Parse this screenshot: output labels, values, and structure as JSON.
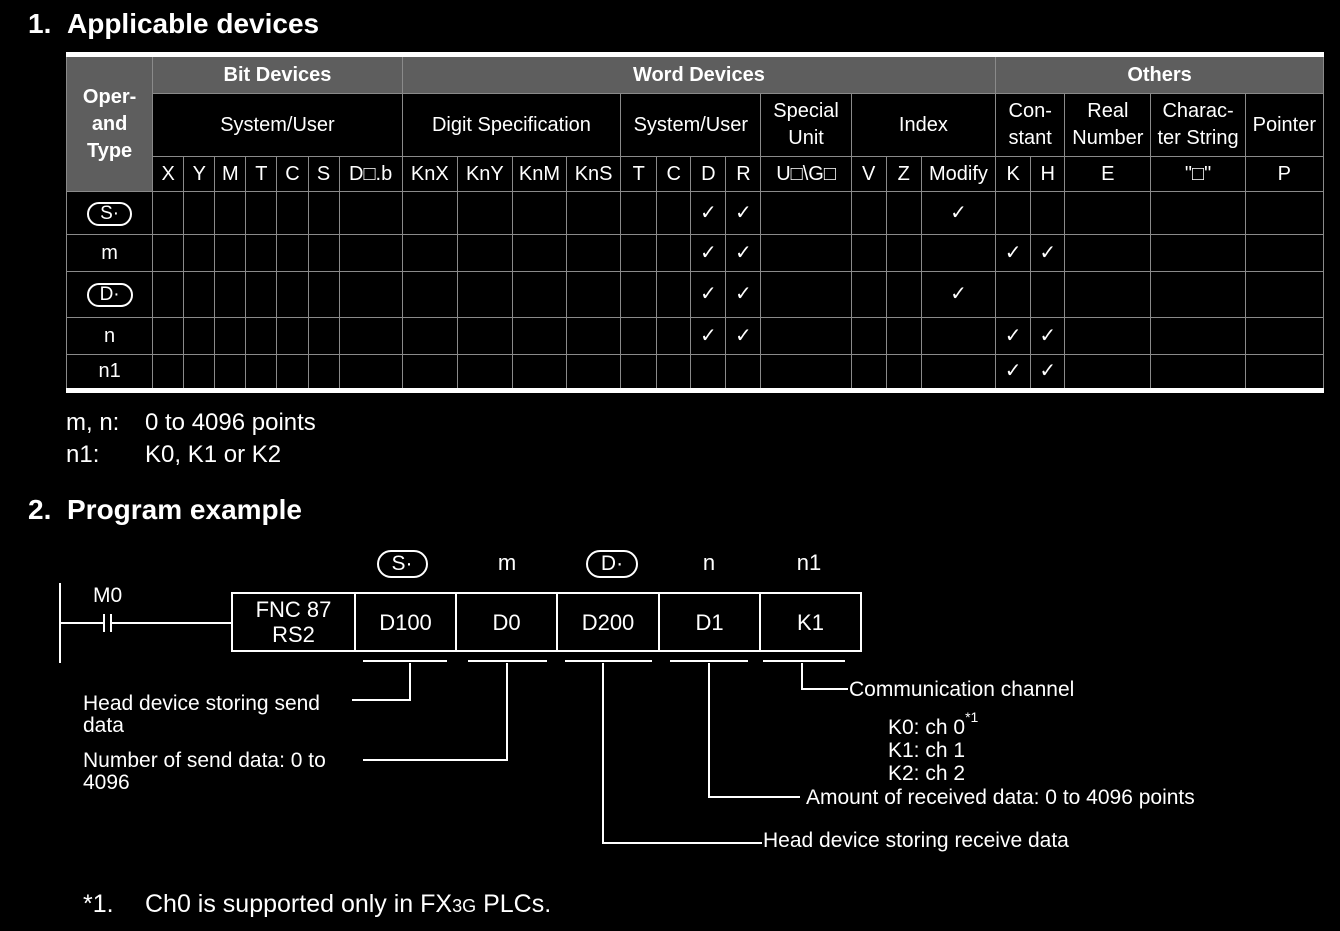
{
  "sections": {
    "s1": {
      "num": "1.",
      "title": "Applicable devices"
    },
    "s2": {
      "num": "2.",
      "title": "Program example"
    }
  },
  "table": {
    "operand_header": "Oper-and Type",
    "groups": {
      "bit": "Bit Devices",
      "word": "Word Devices",
      "others": "Others"
    },
    "subgroups": {
      "bit_sys": "System/User",
      "digit": "Digit Specification",
      "word_sys": "System/User",
      "special": "Special Unit",
      "index": "Index",
      "constant": "Con-stant",
      "real": "Real Number",
      "char": "Charac-ter String",
      "pointer": "Pointer"
    },
    "columns": [
      "X",
      "Y",
      "M",
      "T",
      "C",
      "S",
      "D□.b",
      "KnX",
      "KnY",
      "KnM",
      "KnS",
      "T",
      "C",
      "D",
      "R",
      "U□\\G□",
      "V",
      "Z",
      "Modify",
      "K",
      "H",
      "E",
      "\"□\"",
      "P"
    ],
    "check_mark": "✓",
    "rows": [
      {
        "operand": "S·",
        "pill": true,
        "checks": [
          13,
          14,
          18
        ]
      },
      {
        "operand": "m",
        "pill": false,
        "checks": [
          13,
          14,
          19,
          20
        ]
      },
      {
        "operand": "D·",
        "pill": true,
        "checks": [
          13,
          14,
          18
        ]
      },
      {
        "operand": "n",
        "pill": false,
        "checks": [
          13,
          14,
          19,
          20
        ]
      },
      {
        "operand": "n1",
        "pill": false,
        "checks": [
          19,
          20
        ]
      }
    ]
  },
  "notes": [
    {
      "key": "m, n:",
      "value": "0 to 4096 points"
    },
    {
      "key": "n1:",
      "value": "K0, K1 or K2"
    }
  ],
  "ladder": {
    "contact": "M0",
    "instruction_line1": "FNC 87",
    "instruction_line2": "RS2",
    "operands": [
      {
        "header": "S·",
        "pill": true,
        "value": "D100"
      },
      {
        "header": "m",
        "pill": false,
        "value": "D0"
      },
      {
        "header": "D·",
        "pill": true,
        "value": "D200"
      },
      {
        "header": "n",
        "pill": false,
        "value": "D1"
      },
      {
        "header": "n1",
        "pill": false,
        "value": "K1"
      }
    ],
    "annotations": {
      "s_line1": "Head device storing send",
      "s_line2": "data",
      "m_line1": "Number of send data: 0 to",
      "m_line2": "4096",
      "d": "Head device storing receive data",
      "n": "Amount of received data: 0 to 4096 points",
      "n1_title": "Communication channel",
      "n1_k0": "K0: ch 0",
      "n1_k0_sup": "*1",
      "n1_k1": "K1: ch 1",
      "n1_k2": "K2: ch 2"
    }
  },
  "footnote": {
    "mark": "*1.",
    "text_before": "Ch0 is supported only in FX",
    "text_small": "3G",
    "text_after": " PLCs."
  }
}
